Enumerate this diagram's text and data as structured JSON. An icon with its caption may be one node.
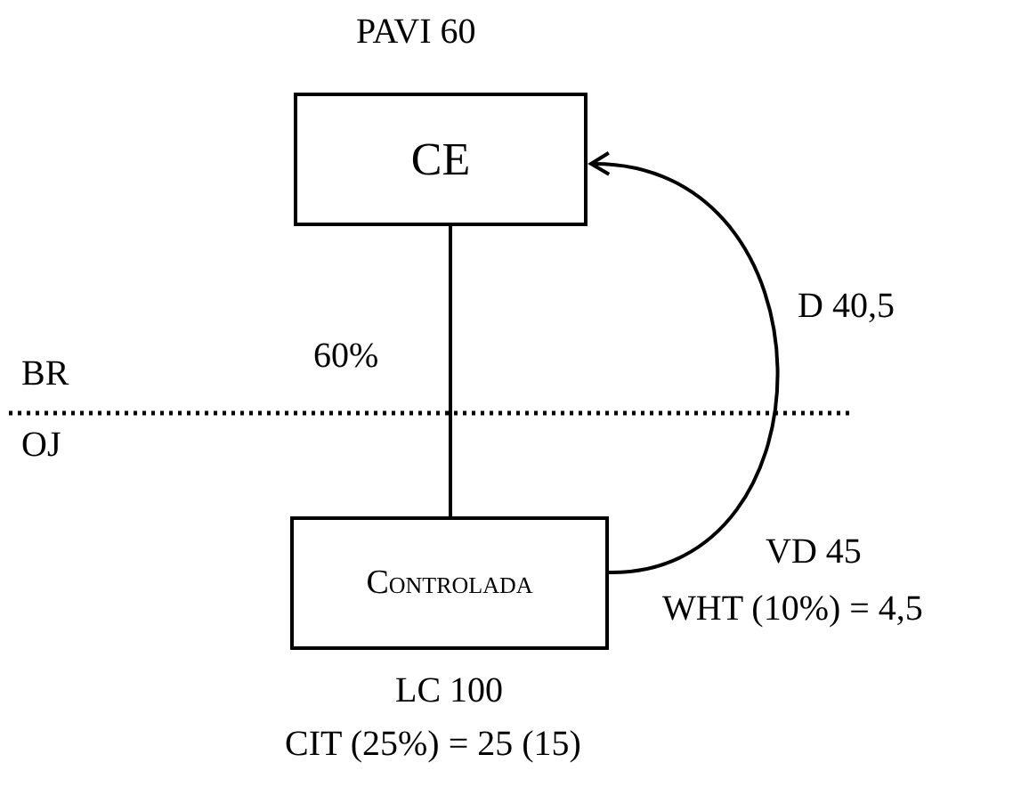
{
  "diagram": {
    "nodes": [
      {
        "text": [
          "CE"
        ],
        "beside": [
          "PAVI 60"
        ]
      },
      {
        "text": [
          "Controlada"
        ],
        "beside": [
          "LC 100",
          "CIT (25%) = 25 (15)"
        ]
      }
    ],
    "edges": [
      {
        "from": 0,
        "to": 1,
        "arrow": "none",
        "label": "60%"
      },
      {
        "from": 1,
        "to": 0,
        "arrow": "to",
        "label": "D 40,5"
      }
    ],
    "labels": [
      "BR",
      "OJ",
      "VD 45",
      "WHT (10%) = 4,5"
    ]
  }
}
